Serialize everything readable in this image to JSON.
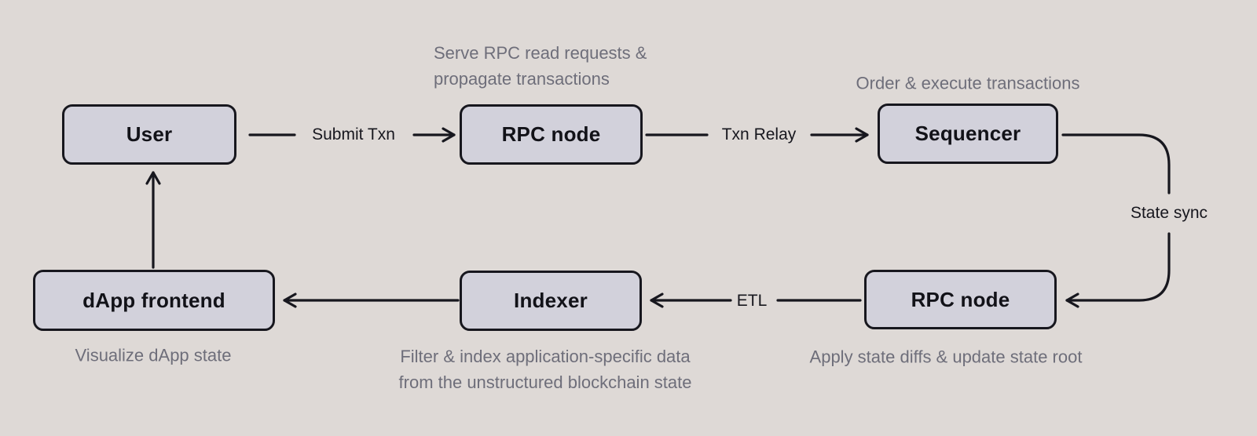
{
  "diagram": {
    "nodes": {
      "user": {
        "label": "User"
      },
      "rpc_top": {
        "label": "RPC node"
      },
      "sequencer": {
        "label": "Sequencer"
      },
      "dapp": {
        "label": "dApp frontend"
      },
      "indexer": {
        "label": "Indexer"
      },
      "rpc_bottom": {
        "label": "RPC node"
      }
    },
    "edge_labels": {
      "submit_txn": "Submit Txn",
      "txn_relay": "Txn Relay",
      "state_sync": "State sync",
      "etl": "ETL"
    },
    "annotations": {
      "rpc_top": {
        "line1": "Serve RPC read requests &",
        "line2": "propagate transactions"
      },
      "sequencer": {
        "line1": "Order & execute transactions"
      },
      "dapp": {
        "line1": "Visualize dApp state"
      },
      "indexer": {
        "line1": "Filter & index application-specific data",
        "line2": "from the unstructured blockchain state"
      },
      "rpc_bottom": {
        "line1": "Apply state diffs & update state root"
      }
    },
    "colors": {
      "background": "#ded9d6",
      "box_fill": "#d2d1db",
      "box_border": "#17171e",
      "line": "#17171e",
      "annotation_text": "#6e6e7a",
      "label_text": "#121218"
    }
  }
}
